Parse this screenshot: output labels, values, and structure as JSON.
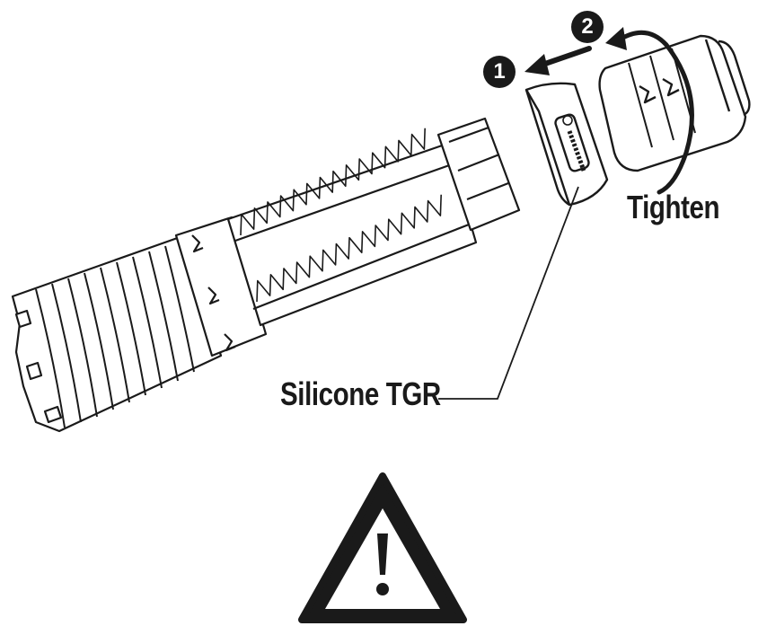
{
  "labels": {
    "tighten": "Tighten",
    "silicone_tgr": "Silicone TGR"
  },
  "steps": [
    "1",
    "2"
  ],
  "icons": {
    "warning": "warning-triangle-icon",
    "arrow": "arrow-left-icon",
    "rotate": "curved-rotate-arrow-icon"
  },
  "colors": {
    "line": "#1a1a1a",
    "background": "#ffffff"
  }
}
